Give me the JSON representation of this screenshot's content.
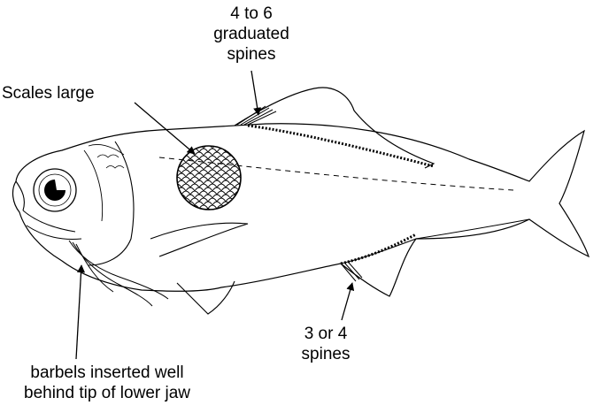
{
  "labels": {
    "dorsal_spines": [
      "4 to 6",
      "graduated",
      "spines"
    ],
    "scales": "Scales large",
    "anal_spines": [
      "3 or 4",
      "spines"
    ],
    "barbels": [
      "barbels inserted well",
      "behind tip of lower jaw"
    ]
  },
  "colors": {
    "ink": "#000000",
    "background": "#ffffff"
  }
}
